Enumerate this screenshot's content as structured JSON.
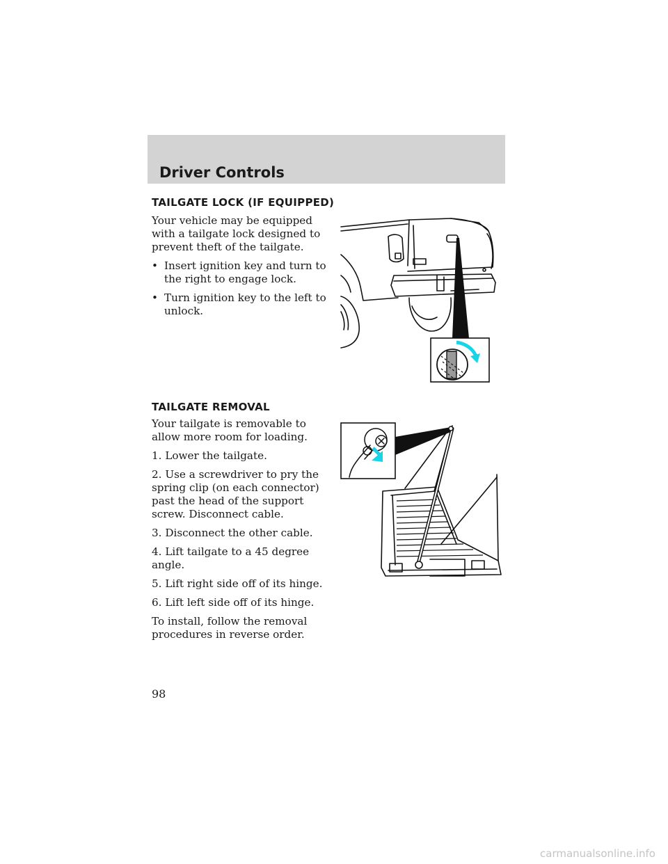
{
  "header": {
    "title": "Driver Controls"
  },
  "tailgate_lock": {
    "heading": "TAILGATE LOCK (IF EQUIPPED)",
    "intro": "Your vehicle may be equipped with a tailgate lock designed to prevent theft of the tailgate.",
    "bullets": [
      "Insert ignition key and turn to the right to engage lock.",
      "Turn ignition key to the left to unlock."
    ],
    "bullet_glyph": "•"
  },
  "tailgate_removal": {
    "heading": "TAILGATE REMOVAL",
    "intro": "Your tailgate is removable to allow more room for loading.",
    "steps": [
      "1. Lower the tailgate.",
      "2. Use a screwdriver to pry the spring clip (on each connector) past the head of the support screw. Disconnect cable.",
      "3. Disconnect the other cable.",
      "4. Lift tailgate to a 45 degree angle.",
      "5. Lift right side off of its hinge.",
      "6. Lift left side off of its hinge."
    ],
    "closing": "To install, follow the removal procedures in reverse order."
  },
  "page_number": "98",
  "watermark": "carmanualsonline.info",
  "colors": {
    "header_bg": "#d3d3d3",
    "arrow_cyan": "#19d3e6"
  }
}
